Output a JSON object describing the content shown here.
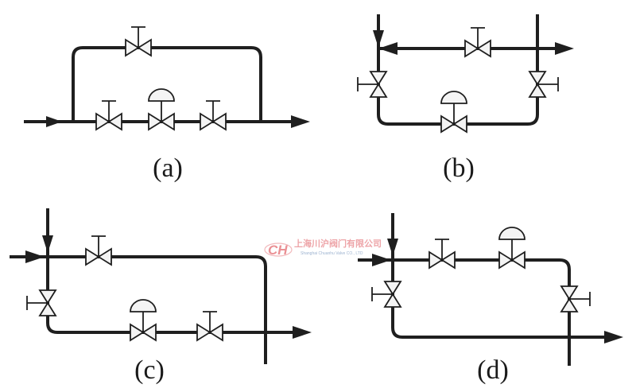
{
  "panels": [
    {
      "id": "a",
      "caption": "(a)"
    },
    {
      "id": "b",
      "caption": "(b)"
    },
    {
      "id": "c",
      "caption": "(c)"
    },
    {
      "id": "d",
      "caption": "(d)"
    }
  ],
  "watermark": {
    "logo": "CH",
    "company_cn": "上海川沪阀门有限公司",
    "company_en": "Shanghai Chuanhu Valve CO., LTD"
  },
  "colors": {
    "pipe": "#1f1f1f",
    "valve_fill": "#f4f4f4",
    "watermark_red": "#d9363e",
    "watermark_blue": "#5a7fb0"
  }
}
